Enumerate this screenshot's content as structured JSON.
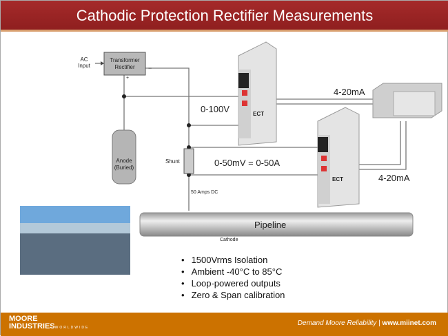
{
  "title": "Cathodic Protection Rectifier Measurements",
  "diagram": {
    "ac_input": "AC Input",
    "transformer": "Transformer Rectifier",
    "minus": "−",
    "plus": "+",
    "anode": "Anode (Buried)",
    "shunt": "Shunt",
    "amps": "50 Amps DC",
    "v_range": "0-100V",
    "mv_range": "0-50mV = 0-50A",
    "out1": "4-20mA",
    "out2": "4-20mA",
    "device_label": "ECT",
    "pipeline": "Pipeline",
    "cathode": "Cathode"
  },
  "bullets": [
    "1500Vrms Isolation",
    "Ambient -40°C to 85°C",
    "Loop-powered outputs",
    "Zero & Span calibration"
  ],
  "footer": {
    "logo_line1": "MOORE",
    "logo_line2": "INDUSTRIES",
    "logo_sub": "WORLDWIDE",
    "tagline": "Demand Moore Reliability",
    "separator": "|",
    "url": "www.miinet.com"
  },
  "colors": {
    "title_bar": "#9b2525",
    "footer": "#cc7200"
  }
}
